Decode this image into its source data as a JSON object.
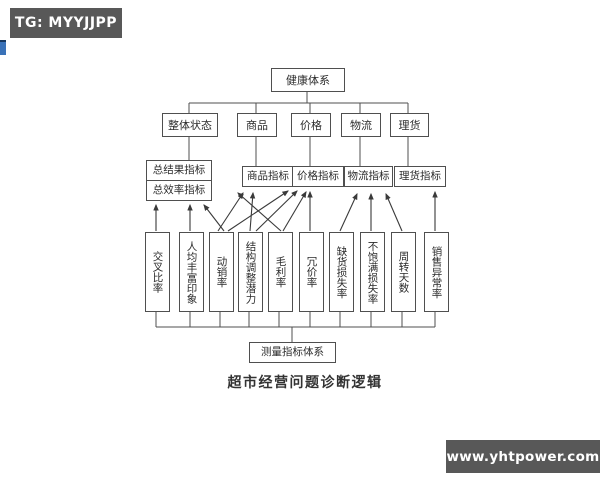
{
  "watermarks": {
    "top_left": "TG: MYYJJPP",
    "bottom_right": "www.yhtpower.com"
  },
  "diagram": {
    "caption": "超市经营问题诊断逻辑",
    "root": "健康体系",
    "level2": [
      "整体状态",
      "商品",
      "价格",
      "物流",
      "理货"
    ],
    "summary_indicators": [
      "总结果指标",
      "总效率指标"
    ],
    "category_indicators": [
      "商品指标",
      "价格指标",
      "物流指标",
      "理货指标"
    ],
    "metrics": [
      "交叉比率",
      "人均丰富印象",
      "动销率",
      "结构调整潜力",
      "毛利率",
      "冗价率",
      "缺货损失率",
      "不饱满损失率",
      "周转天数",
      "销售异常率"
    ],
    "measurement_system": "测量指标体系",
    "edges": [
      {
        "from": "交叉比率",
        "to": "总效率指标"
      },
      {
        "from": "人均丰富印象",
        "to": "总效率指标"
      },
      {
        "from": "动销率",
        "to": "总效率指标"
      },
      {
        "from": "动销率",
        "to": "商品指标"
      },
      {
        "from": "动销率",
        "to": "价格指标"
      },
      {
        "from": "结构调整潜力",
        "to": "商品指标"
      },
      {
        "from": "结构调整潜力",
        "to": "价格指标"
      },
      {
        "from": "毛利率",
        "to": "商品指标"
      },
      {
        "from": "毛利率",
        "to": "价格指标"
      },
      {
        "from": "冗价率",
        "to": "价格指标"
      },
      {
        "from": "缺货损失率",
        "to": "物流指标"
      },
      {
        "from": "不饱满损失率",
        "to": "物流指标"
      },
      {
        "from": "周转天数",
        "to": "物流指标"
      },
      {
        "from": "销售异常率",
        "to": "理货指标"
      }
    ]
  },
  "colors": {
    "watermark_bg": "#585858",
    "line": "#4f4f4f",
    "text": "#2b2b2b",
    "accent_blue": "#3a72b8",
    "background": "#ffffff"
  }
}
